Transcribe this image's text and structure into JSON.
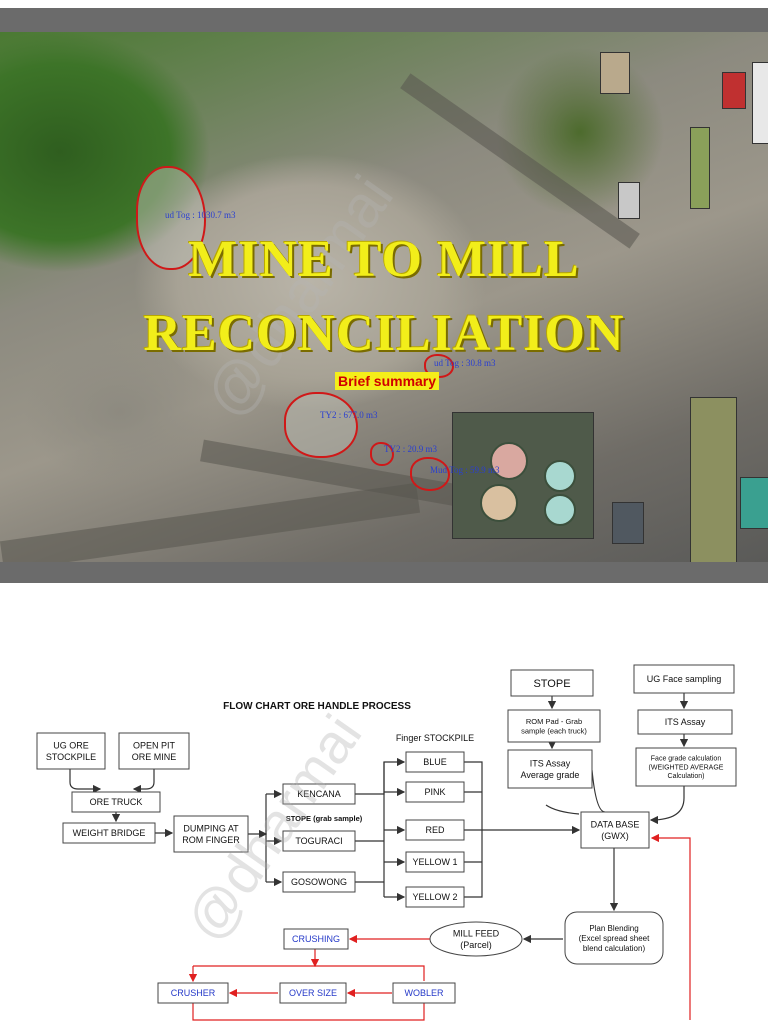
{
  "slide1": {
    "title_line1": "MINE TO MILL",
    "title_line2": "RECONCILIATION",
    "subtitle": "Brief summary",
    "map_labels": [
      "ud Tog : 1030.7 m3",
      "ud Tog : 30.8 m3",
      "TY2 : 677.0 m3",
      "TY2 : 20.9 m3",
      "Mud Tog : 59.9 m3"
    ]
  },
  "slide2": {
    "title": "FLOW CHART ORE HANDLE  PROCESS",
    "finger_label": "Finger STOCKPILE",
    "stope_label": "STOPE (grab sample)",
    "nodes": {
      "ug_ore": [
        "UG ORE",
        "STOCKPILE"
      ],
      "open_pit": [
        "OPEN PIT",
        "ORE MINE"
      ],
      "ore_truck": [
        "ORE TRUCK"
      ],
      "weight_bridge": [
        "WEIGHT BRIDGE"
      ],
      "dumping": [
        "DUMPING AT",
        "ROM FINGER"
      ],
      "kencana": [
        "KENCANA"
      ],
      "toguraci": [
        "TOGURACI"
      ],
      "gosowong": [
        "GOSOWONG"
      ],
      "blue": [
        "BLUE"
      ],
      "pink": [
        "PINK"
      ],
      "red": [
        "RED"
      ],
      "yellow1": [
        "YELLOW 1"
      ],
      "yellow2": [
        "YELLOW 2"
      ],
      "stope": [
        "STOPE"
      ],
      "rom_pad": [
        "ROM Pad - Grab",
        "sample (each truck)"
      ],
      "its_avg": [
        "ITS Assay",
        "Average grade"
      ],
      "ug_face": [
        "UG Face sampling"
      ],
      "its_assay": [
        "ITS Assay"
      ],
      "face_grade": [
        "Face grade calculation",
        "(WEIGHTED AVERAGE",
        "Calculation)"
      ],
      "database": [
        "DATA BASE",
        "(GWX)"
      ],
      "plan_blending": [
        "Plan Blending",
        "(Excel spread sheet",
        "blend calculation)"
      ],
      "mill_feed": [
        "MILL FEED",
        "(Parcel)"
      ],
      "crushing": [
        "CRUSHING"
      ],
      "crusher": [
        "CRUSHER"
      ],
      "over_size": [
        "OVER SIZE"
      ],
      "wobler": [
        "WOBLER"
      ]
    },
    "colors": {
      "black_arrow": "#333333",
      "red_arrow": "#e02020",
      "blue_text": "#2438c8"
    }
  },
  "watermark": "@dharmai"
}
